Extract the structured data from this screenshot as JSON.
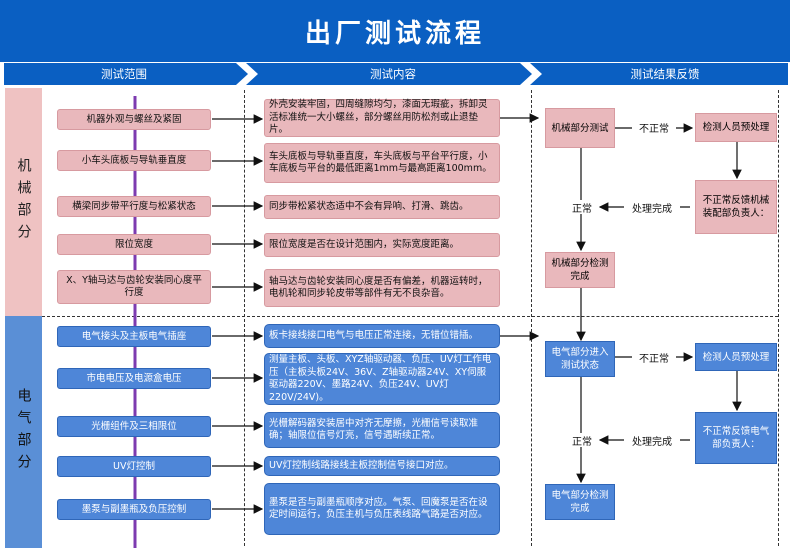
{
  "title": "出厂测试流程",
  "headers": [
    "测试范围",
    "测试内容",
    "测试结果反馈"
  ],
  "sections": {
    "mechanical": "机械部分",
    "electrical": "电气部分"
  },
  "mechanical_items": [
    {
      "scope": "机器外观与螺丝及紧固",
      "content": "外壳安装牢固，四周缝隙均匀，漆面无瑕疵，拆卸灵活标准统一大小螺丝，部分螺丝用防松剂或止退垫片。"
    },
    {
      "scope": "小车头底板与导轨垂直度",
      "content": "车头底板与导轨垂直度，车头底板与平台平行度，小车底板与平台的最低距离1mm与最高距离100mm。"
    },
    {
      "scope": "横梁同步带平行度与松紧状态",
      "content": "同步带松紧状态适中不会有异响、打滑、跳齿。"
    },
    {
      "scope": "限位宽度",
      "content": "限位宽度是否在设计范围内，实际宽度距离。"
    },
    {
      "scope": "X、Y轴马达与齿轮安装同心度平行度",
      "content": "轴马达与齿轮安装同心度是否有偏差，机器运转时，电机轮和同步轮皮带等部件有无不良杂音。"
    }
  ],
  "electrical_items": [
    {
      "scope": "电气接头及主板电气插座",
      "content": "板卡接线接口电气与电压正常连接，无错位错插。"
    },
    {
      "scope": "市电电压及电源盒电压",
      "content": "测量主板、头板、XYZ轴驱动器、负压、UV灯工作电压（主板头板24V、36V、Z轴驱动器24V、XY伺服驱动器220V、墨路24V、负压24V、UV灯220V/24V)。"
    },
    {
      "scope": "光栅组件及三相限位",
      "content": "光栅解码器安装居中对齐无摩擦，光栅信号读取准确；轴限位信号灯亮，信号遇断续正常。"
    },
    {
      "scope": "UV灯控制",
      "content": "UV灯控制线路接线主板控制信号接口对应。"
    },
    {
      "scope": "墨泵与副墨瓶及负压控制",
      "content": "墨泵是否与副墨瓶顺序对应。气泵、回魔泵是否在设定时间运行，负压主机与负压表线路气路是否对应。"
    }
  ],
  "feedback": {
    "mech": {
      "test": "机械部分测试",
      "abnormal": "不正常",
      "inspector": "检测人员预处理",
      "escalate": "不正常反馈机械装配部负责人：",
      "done": "处理完成",
      "normal": "正常",
      "complete": "机械部分检测完成"
    },
    "elec": {
      "test": "电气部分进入测试状态",
      "abnormal": "不正常",
      "inspector": "检测人员预处理",
      "escalate": "不正常反馈电气部负责人：",
      "done": "处理完成",
      "normal": "正常",
      "complete": "电气部分检测完成"
    }
  }
}
